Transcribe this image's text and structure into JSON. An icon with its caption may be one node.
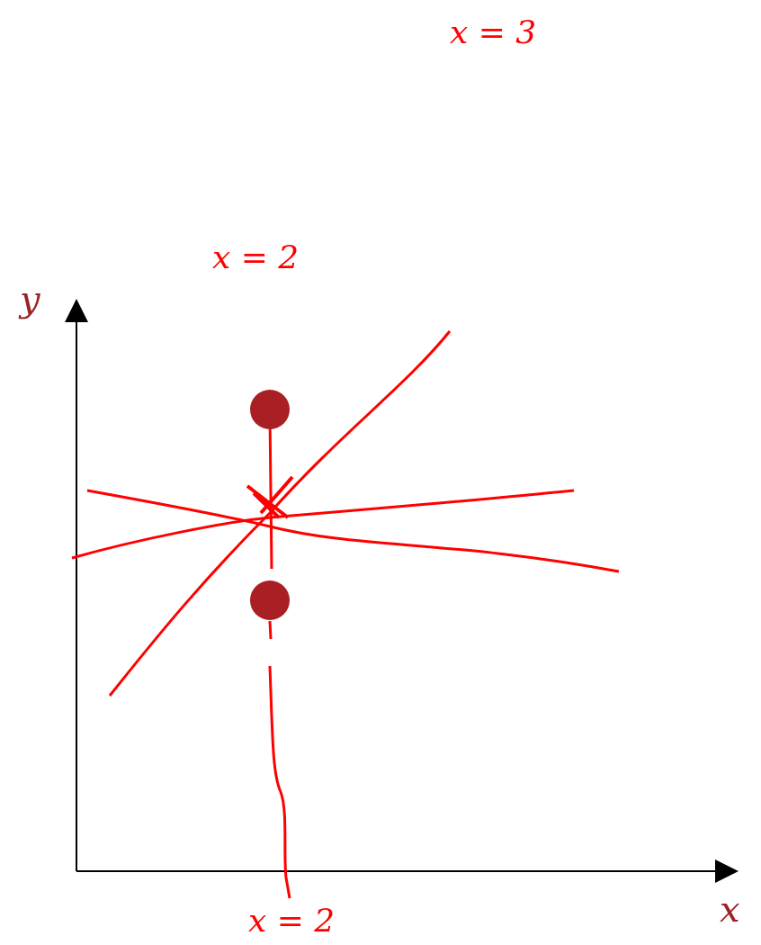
{
  "diagram": {
    "labels": [
      "x = 3",
      "x = 2",
      "y",
      "x = 2",
      "x"
    ]
  }
}
